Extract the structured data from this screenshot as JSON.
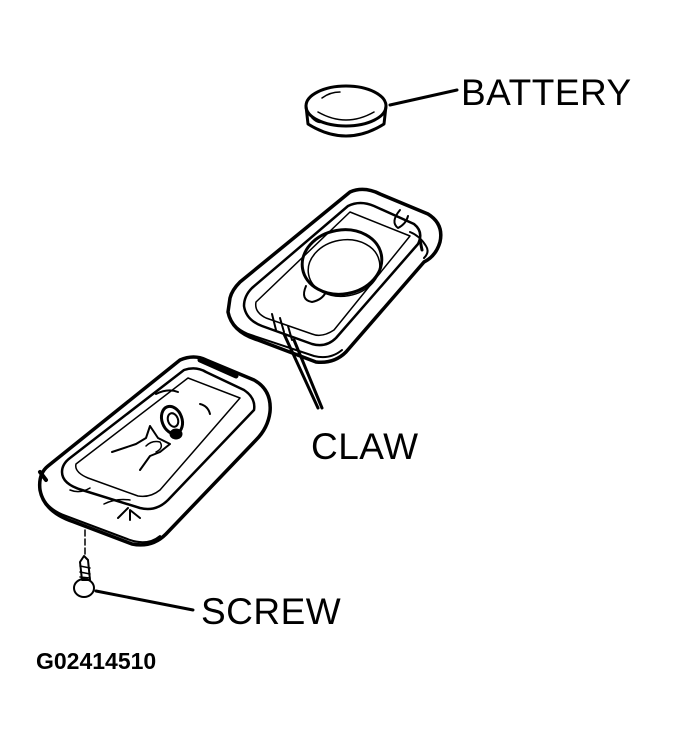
{
  "figure": {
    "type": "exploded-view diagram",
    "subject": "remote key transmitter battery replacement",
    "colors": {
      "line": "#000000",
      "background": "#ffffff"
    }
  },
  "labels": {
    "battery": "BATTERY",
    "claw": "CLAW",
    "screw": "SCREW"
  },
  "figure_code": "G02414510",
  "components": [
    {
      "name": "battery",
      "label_ref": "labels.battery"
    },
    {
      "name": "upper-case",
      "label_ref": null
    },
    {
      "name": "claw",
      "label_ref": "labels.claw",
      "callout_count": 2
    },
    {
      "name": "lower-case",
      "label_ref": null
    },
    {
      "name": "screw",
      "label_ref": "labels.screw"
    }
  ]
}
